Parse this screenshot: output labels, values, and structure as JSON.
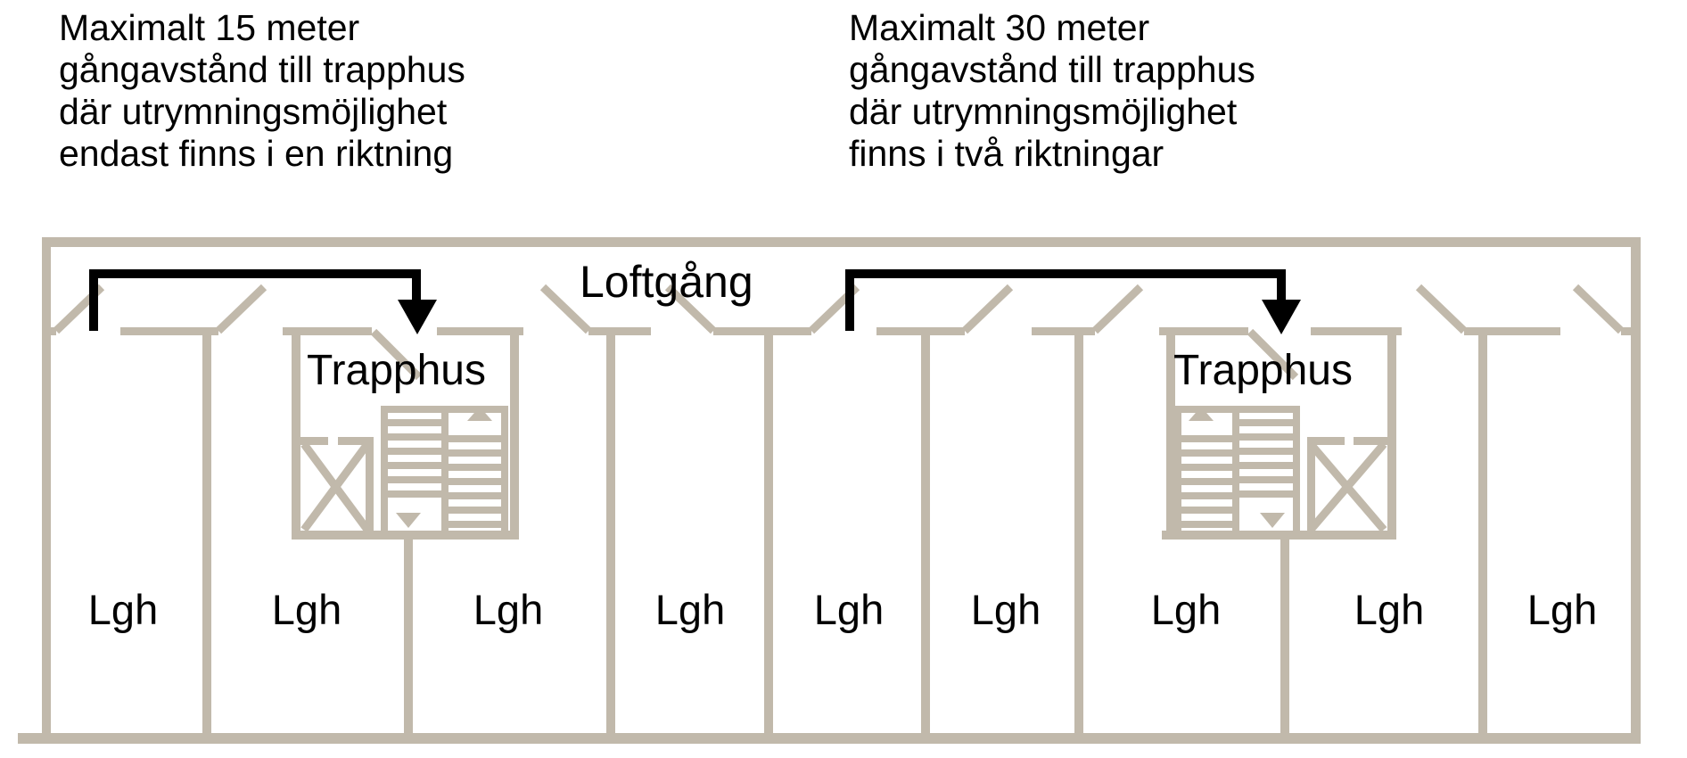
{
  "colors": {
    "wall": "#c1b9ab",
    "ink": "#000000",
    "bg": "#ffffff"
  },
  "annotations": {
    "left": {
      "lines": [
        "Maximalt 15 meter",
        "gångavstånd till trapphus",
        "där utrymningsmöjlighet",
        "endast finns i en riktning"
      ]
    },
    "right": {
      "lines": [
        "Maximalt 30 meter",
        "gångavstånd till trapphus",
        "där utrymningsmöjlighet",
        "finns i två riktningar"
      ]
    }
  },
  "plan": {
    "corridor_label": "Loftgång",
    "stairwell_left_label": "Trapphus",
    "stairwell_right_label": "Trapphus",
    "apartments": [
      {
        "label": "Lgh"
      },
      {
        "label": "Lgh"
      },
      {
        "label": "Lgh"
      },
      {
        "label": "Lgh"
      },
      {
        "label": "Lgh"
      },
      {
        "label": "Lgh"
      },
      {
        "label": "Lgh"
      },
      {
        "label": "Lgh"
      },
      {
        "label": "Lgh"
      }
    ]
  }
}
